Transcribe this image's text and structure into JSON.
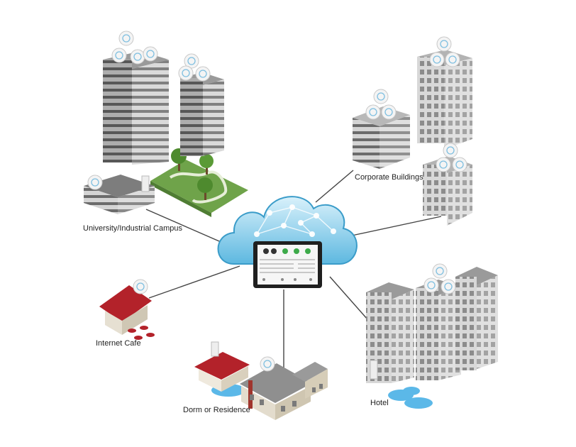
{
  "labels": {
    "campus": "University/Industrial Campus",
    "corporate": "Corporate Buildings",
    "cafe": "Internet Cafe",
    "dorm": "Dorm or Residence",
    "hotel": "Hotel"
  },
  "icons": {
    "access_point": "wifi-access-point-icon",
    "cloud": "cloud-icon",
    "controller": "tablet-dashboard-icon"
  },
  "colors": {
    "cloud": "#4aaed9",
    "cloud_light": "#bfe6f7",
    "building_gray": "#8a8a8a",
    "roof_red": "#b3222a",
    "grass": "#6fa34a",
    "water": "#5bb8e8",
    "line": "#444444"
  }
}
